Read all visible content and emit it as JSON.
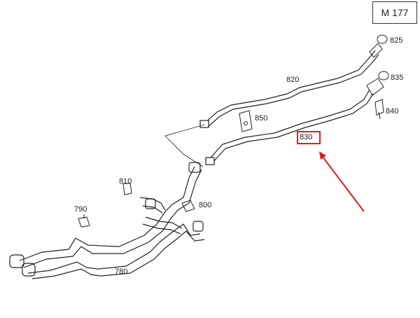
{
  "diagram": {
    "tag": "M 177",
    "callouts": [
      "825",
      "820",
      "835",
      "840",
      "850",
      "830",
      "810",
      "800",
      "790",
      "780"
    ],
    "highlight": {
      "label": "830",
      "box_color": "#e01b1b",
      "arrow_color": "#e01b1b"
    },
    "line_color": "#222222"
  }
}
